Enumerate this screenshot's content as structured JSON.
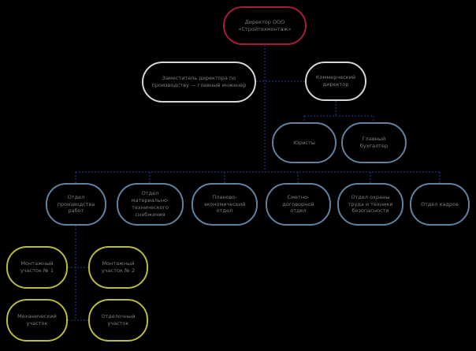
{
  "diagram": {
    "type": "org-chart",
    "background": "#000000",
    "colors": {
      "director_border": "#a51c3a",
      "deputy_border": "#d6d6d6",
      "department_border": "#5f82a0",
      "site_border": "#b9ba3e",
      "connector_line": "#2b3b8e",
      "label_text": "#7d7d7d"
    }
  },
  "nodes": {
    "director": {
      "label": "Директор ООО «Стройтехмонтаж»"
    },
    "chief_engineer": {
      "label": "Заместитель директора по производству — главный инженер"
    },
    "commercial_director": {
      "label": "Коммерческий директор"
    },
    "lawyers": {
      "label": "Юристы"
    },
    "chief_accountant": {
      "label": "Главный бухгалтер"
    },
    "dept_production": {
      "label": "Отдел производства работ"
    },
    "dept_supply": {
      "label": "Отдел материально-технического снабжения"
    },
    "dept_planning": {
      "label": "Планово-экономический отдел"
    },
    "dept_estimates": {
      "label": "Сметно-договорной отдел"
    },
    "dept_safety": {
      "label": "Отдел охраны труда и техники безопасности"
    },
    "dept_hr": {
      "label": "Отдел кадров"
    },
    "site_1": {
      "label": "Монтажный участок № 1"
    },
    "site_2": {
      "label": "Монтажный участок № 2"
    },
    "site_3": {
      "label": "Механический участок"
    },
    "site_4": {
      "label": "Отделочный участок"
    }
  }
}
